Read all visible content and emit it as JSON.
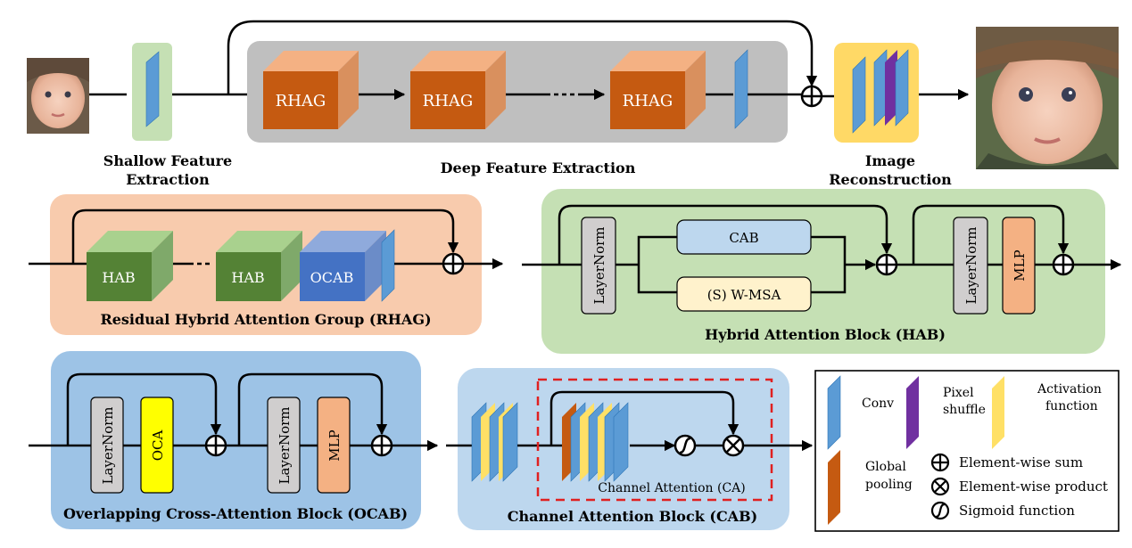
{
  "top": {
    "shallow_line1": "Shallow Feature",
    "shallow_line2": "Extraction",
    "deep_label": "Deep Feature Extraction",
    "rhag1": "RHAG",
    "rhag2": "RHAG",
    "rhag3": "RHAG",
    "recon_line1": "Image",
    "recon_line2": "Reconstruction"
  },
  "rhag_group": {
    "hab1": "HAB",
    "hab2": "HAB",
    "ocab": "OCAB",
    "title": "Residual Hybrid Attention Group (RHAG)"
  },
  "hab_block": {
    "layernorm1": "LayerNorm",
    "cab": "CAB",
    "wmsa": "(S) W-MSA",
    "layernorm2": "LayerNorm",
    "mlp": "MLP",
    "title": "Hybrid Attention Block (HAB)"
  },
  "ocab_block": {
    "layernorm1": "LayerNorm",
    "oca": "OCA",
    "layernorm2": "LayerNorm",
    "mlp": "MLP",
    "title": "Overlapping Cross-Attention Block (OCAB)"
  },
  "cab_block": {
    "ca_label": "Channel Attention (CA)",
    "title": "Channel Attention Block (CAB)"
  },
  "legend": {
    "conv": "Conv",
    "pixel_line1": "Pixel",
    "pixel_line2": "shuffle",
    "act_line1": "Activation",
    "act_line2": "function",
    "gp_line1": "Global",
    "gp_line2": "pooling",
    "sum": "Element-wise sum",
    "product": "Element-wise product",
    "sigmoid": "Sigmoid function"
  },
  "colors": {
    "conv": "#5b9bd5",
    "pixel_shuffle": "#7030a0",
    "activation": "#ffe066",
    "global_pooling": "#c55a11",
    "rhag_block": "#c55a11",
    "hab_block": "#548235",
    "ocab_block": "#4472c4",
    "oca": "#ffff00",
    "mlp": "#f4b183",
    "layernorm": "#d0cece",
    "cab": "#bdd7ee",
    "wmsa": "#fff2cc",
    "shallow_bg": "#c5e0b4",
    "deep_bg": "#bfbfbf",
    "recon_bg": "#ffd966",
    "rhag_bg": "#f8cbad",
    "hab_bg": "#c5e0b4",
    "ocab_bg": "#9dc3e6",
    "cab_bg": "#bdd7ee",
    "ca_border": "#e02020"
  }
}
